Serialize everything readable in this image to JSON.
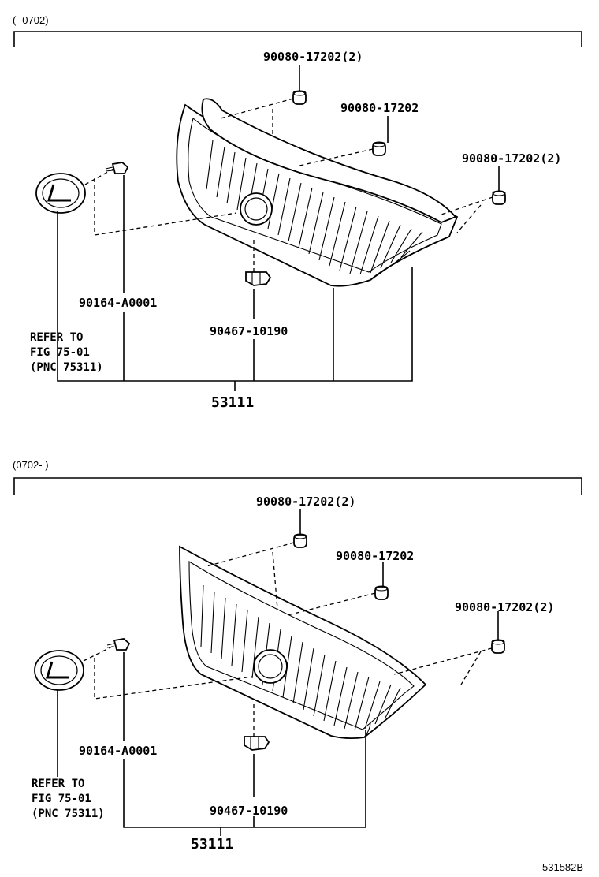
{
  "sections": [
    {
      "range": "(      -0702)",
      "labels": {
        "clip_top": "90080-17202(2)",
        "clip_mid": "90080-17202",
        "clip_right": "90080-17202(2)",
        "screw": "90164-A0001",
        "fastener": "90467-10190",
        "grille": "53111"
      },
      "refer": [
        "REFER TO",
        "FIG 75-01",
        "(PNC 75311)"
      ]
    },
    {
      "range": "(0702-      )",
      "labels": {
        "clip_top": "90080-17202(2)",
        "clip_mid": "90080-17202",
        "clip_right": "90080-17202(2)",
        "screw": "90164-A0001",
        "fastener": "90467-10190",
        "grille": "53111"
      },
      "refer": [
        "REFER TO",
        "FIG 75-01",
        "(PNC 75311)"
      ]
    }
  ],
  "figure_code": "531582B",
  "icons": [
    "lexus-emblem-icon",
    "clip-icon",
    "screw-icon",
    "push-fastener-icon"
  ]
}
